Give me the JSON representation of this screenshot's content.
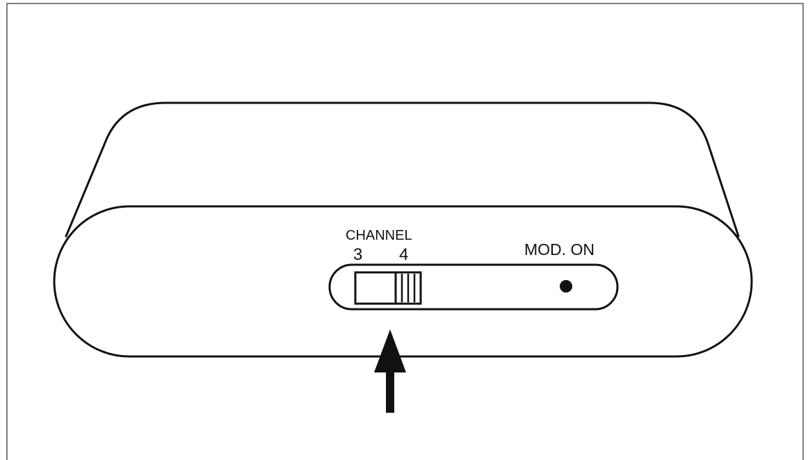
{
  "labels": {
    "channel_heading": "CHANNEL",
    "channel_option_left": "3",
    "channel_option_right": "4",
    "mod_indicator": "MOD. ON"
  },
  "icons": {
    "slide_switch": "slide-switch-icon",
    "led": "led-indicator-icon",
    "pointer": "arrow-up-icon"
  },
  "colors": {
    "stroke": "#111111",
    "background": "#ffffff"
  }
}
